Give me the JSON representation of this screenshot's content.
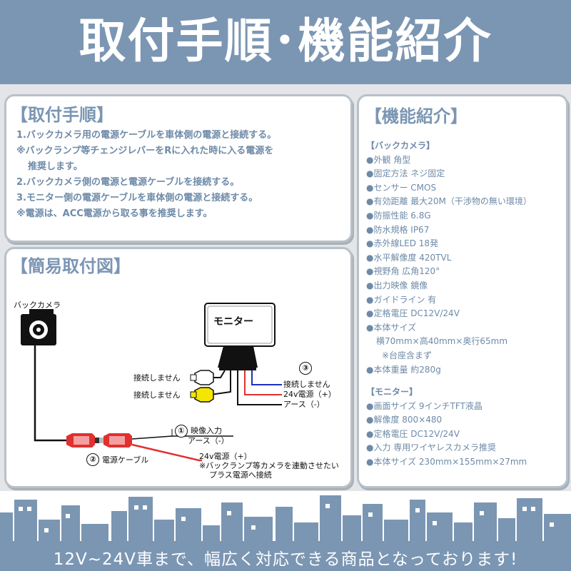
{
  "header": {
    "title": "取付手順･機能紹介"
  },
  "install": {
    "heading": "【取付手順】",
    "steps": [
      "1.バックカメラ用の電源ケーブルを車体側の電源と接続する。",
      "※バックランプ等チェンジレバーをRに入れた時に入る電源を",
      "推奨します。",
      "2.バックカメラ側の電源と電源ケーブルを接続する。",
      "3.モニター側の電源ケーブルを車体側の電源と接続する。",
      "※電源は、ACC電源から取る事を推奨します。"
    ]
  },
  "diagram": {
    "heading": "【簡易取付図】",
    "camera_label": "バックカメラ",
    "monitor_label": "モニター",
    "not_connected_1": "接続しません",
    "not_connected_2": "接続しません",
    "num3": "③",
    "num3_not_connected": "接続しません",
    "num3_power": "24v電源（+）",
    "num3_ground": "アース（-）",
    "num1": "①",
    "num1_video": "映像入力",
    "num1_ground": "アース（-）",
    "num2": "②",
    "num2_label": "電源ケーブル",
    "power_label": "24v電源（+）",
    "power_note_1": "※バックランプ等カメラを連動させたい",
    "power_note_2": "プラス電源へ接続"
  },
  "features": {
    "heading": "【機能紹介】",
    "items": [
      "【バックカメラ】",
      "●外観 角型",
      "●固定方法 ネジ固定",
      "●センサー CMOS",
      "●有効距離 最大20M（干渉物の無い環境）",
      "●防振性能 6.8G",
      "●防水規格 IP67",
      "●赤外線LED 18発",
      "●水平解像度 420TVL",
      "●視野角 広角120°",
      "●出力映像 鏡像",
      "●ガイドライン 有",
      "●定格電圧 DC12V/24V",
      "●本体サイズ",
      "横70mm×高40mm×奥行65mm",
      "※台座含まず",
      "●本体重量 約280g",
      "【モニター】",
      "●画面サイズ 9インチTFT液晶",
      "●解像度 800×480",
      "●定格電圧 DC12V/24V",
      "●入力 専用ワイヤレスカメラ推奨",
      "●本体サイズ 230mm×155mm×27mm"
    ]
  },
  "footer": {
    "text": "12V~24V車まで、幅広く対応できる商品となっております!"
  },
  "colors": {
    "header_bg": "#7b96b3",
    "band_bg": "#e3e5e8",
    "text_blue": "#6e8aa8",
    "red_cable": "#e03030",
    "blue_wire": "#2030c0",
    "yellow_plug": "#f5e600"
  }
}
